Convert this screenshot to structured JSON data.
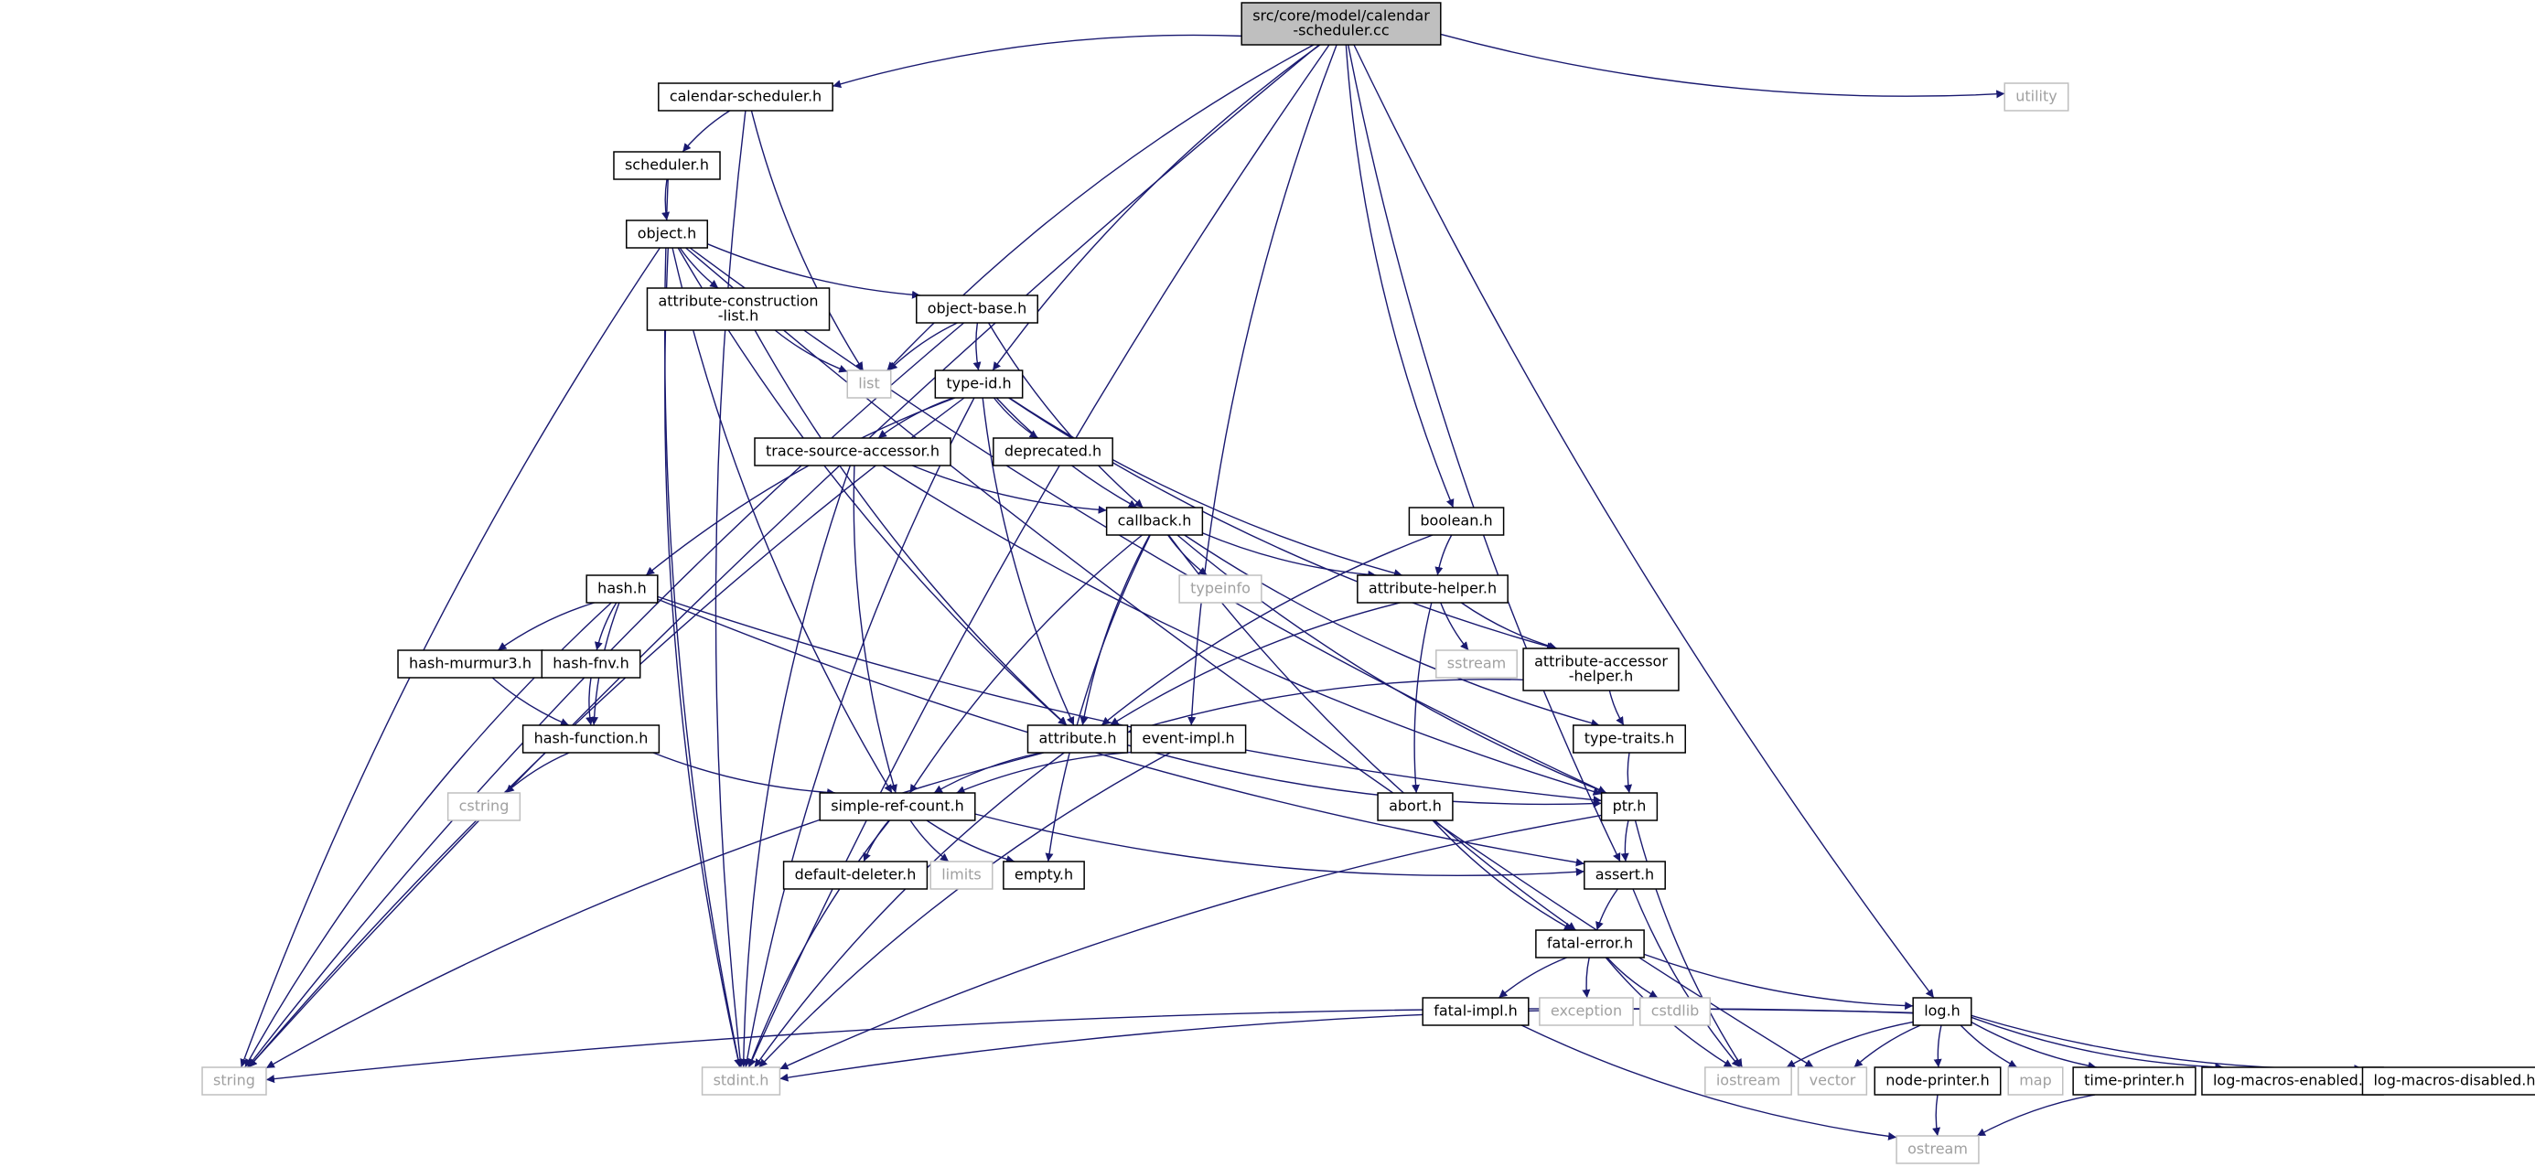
{
  "colors": {
    "edge": "#191970",
    "node_border": "#000000",
    "node_border_muted": "#bfbfbf",
    "root_fill": "#bfbfbf",
    "node_fill": "#ffffff",
    "muted_text": "#a0a0a0"
  },
  "nodes": [
    {
      "id": "root",
      "lines": [
        "src/core/model/calendar",
        "-scheduler.cc"
      ],
      "style": "root"
    },
    {
      "id": "calendar-scheduler-h",
      "lines": [
        "calendar-scheduler.h"
      ],
      "style": "normal"
    },
    {
      "id": "utility",
      "lines": [
        "utility"
      ],
      "style": "muted"
    },
    {
      "id": "scheduler-h",
      "lines": [
        "scheduler.h"
      ],
      "style": "normal"
    },
    {
      "id": "object-h",
      "lines": [
        "object.h"
      ],
      "style": "normal"
    },
    {
      "id": "attribute-construction-list-h",
      "lines": [
        "attribute-construction",
        "-list.h"
      ],
      "style": "normal"
    },
    {
      "id": "object-base-h",
      "lines": [
        "object-base.h"
      ],
      "style": "normal"
    },
    {
      "id": "list",
      "lines": [
        "list"
      ],
      "style": "muted"
    },
    {
      "id": "type-id-h",
      "lines": [
        "type-id.h"
      ],
      "style": "normal"
    },
    {
      "id": "trace-source-accessor-h",
      "lines": [
        "trace-source-accessor.h"
      ],
      "style": "normal"
    },
    {
      "id": "deprecated-h",
      "lines": [
        "deprecated.h"
      ],
      "style": "normal"
    },
    {
      "id": "callback-h",
      "lines": [
        "callback.h"
      ],
      "style": "normal"
    },
    {
      "id": "boolean-h",
      "lines": [
        "boolean.h"
      ],
      "style": "normal"
    },
    {
      "id": "typeinfo",
      "lines": [
        "typeinfo"
      ],
      "style": "muted"
    },
    {
      "id": "hash-h",
      "lines": [
        "hash.h"
      ],
      "style": "normal"
    },
    {
      "id": "attribute-helper-h",
      "lines": [
        "attribute-helper.h"
      ],
      "style": "normal"
    },
    {
      "id": "hash-murmur3-h",
      "lines": [
        "hash-murmur3.h"
      ],
      "style": "normal"
    },
    {
      "id": "hash-fnv-h",
      "lines": [
        "hash-fnv.h"
      ],
      "style": "normal"
    },
    {
      "id": "sstream",
      "lines": [
        "sstream"
      ],
      "style": "muted"
    },
    {
      "id": "attribute-accessor-helper-h",
      "lines": [
        "attribute-accessor",
        "-helper.h"
      ],
      "style": "normal"
    },
    {
      "id": "hash-function-h",
      "lines": [
        "hash-function.h"
      ],
      "style": "normal"
    },
    {
      "id": "attribute-h",
      "lines": [
        "attribute.h"
      ],
      "style": "normal"
    },
    {
      "id": "event-impl-h",
      "lines": [
        "event-impl.h"
      ],
      "style": "normal"
    },
    {
      "id": "type-traits-h",
      "lines": [
        "type-traits.h"
      ],
      "style": "normal"
    },
    {
      "id": "cstring",
      "lines": [
        "cstring"
      ],
      "style": "muted"
    },
    {
      "id": "simple-ref-count-h",
      "lines": [
        "simple-ref-count.h"
      ],
      "style": "normal"
    },
    {
      "id": "abort-h",
      "lines": [
        "abort.h"
      ],
      "style": "normal"
    },
    {
      "id": "ptr-h",
      "lines": [
        "ptr.h"
      ],
      "style": "normal"
    },
    {
      "id": "default-deleter-h",
      "lines": [
        "default-deleter.h"
      ],
      "style": "normal"
    },
    {
      "id": "limits",
      "lines": [
        "limits"
      ],
      "style": "muted"
    },
    {
      "id": "empty-h",
      "lines": [
        "empty.h"
      ],
      "style": "normal"
    },
    {
      "id": "assert-h",
      "lines": [
        "assert.h"
      ],
      "style": "normal"
    },
    {
      "id": "fatal-error-h",
      "lines": [
        "fatal-error.h"
      ],
      "style": "normal"
    },
    {
      "id": "fatal-impl-h",
      "lines": [
        "fatal-impl.h"
      ],
      "style": "normal"
    },
    {
      "id": "exception",
      "lines": [
        "exception"
      ],
      "style": "muted"
    },
    {
      "id": "cstdlib",
      "lines": [
        "cstdlib"
      ],
      "style": "muted"
    },
    {
      "id": "log-h",
      "lines": [
        "log.h"
      ],
      "style": "normal"
    },
    {
      "id": "string",
      "lines": [
        "string"
      ],
      "style": "muted"
    },
    {
      "id": "stdint-h",
      "lines": [
        "stdint.h"
      ],
      "style": "muted"
    },
    {
      "id": "iostream",
      "lines": [
        "iostream"
      ],
      "style": "muted"
    },
    {
      "id": "vector",
      "lines": [
        "vector"
      ],
      "style": "muted"
    },
    {
      "id": "node-printer-h",
      "lines": [
        "node-printer.h"
      ],
      "style": "normal"
    },
    {
      "id": "map",
      "lines": [
        "map"
      ],
      "style": "muted"
    },
    {
      "id": "time-printer-h",
      "lines": [
        "time-printer.h"
      ],
      "style": "normal"
    },
    {
      "id": "log-macros-enabled-h",
      "lines": [
        "log-macros-enabled.h"
      ],
      "style": "normal"
    },
    {
      "id": "log-macros-disabled-h",
      "lines": [
        "log-macros-disabled.h"
      ],
      "style": "normal"
    },
    {
      "id": "ostream",
      "lines": [
        "ostream"
      ],
      "style": "muted"
    }
  ],
  "edges": [
    [
      "root",
      "calendar-scheduler-h"
    ],
    [
      "root",
      "utility"
    ],
    [
      "root",
      "list"
    ],
    [
      "root",
      "type-id-h"
    ],
    [
      "root",
      "event-impl-h"
    ],
    [
      "root",
      "boolean-h"
    ],
    [
      "root",
      "assert-h"
    ],
    [
      "root",
      "log-h"
    ],
    [
      "root",
      "string"
    ],
    [
      "root",
      "stdint-h"
    ],
    [
      "calendar-scheduler-h",
      "scheduler-h"
    ],
    [
      "calendar-scheduler-h",
      "list"
    ],
    [
      "calendar-scheduler-h",
      "stdint-h"
    ],
    [
      "scheduler-h",
      "object-h"
    ],
    [
      "scheduler-h",
      "stdint-h"
    ],
    [
      "object-h",
      "attribute-construction-list-h"
    ],
    [
      "object-h",
      "object-base-h"
    ],
    [
      "object-h",
      "ptr-h"
    ],
    [
      "object-h",
      "vector"
    ],
    [
      "object-h",
      "attribute-h"
    ],
    [
      "object-h",
      "simple-ref-count-h"
    ],
    [
      "object-h",
      "string"
    ],
    [
      "object-h",
      "stdint-h"
    ],
    [
      "attribute-construction-list-h",
      "list"
    ],
    [
      "attribute-construction-list-h",
      "attribute-h"
    ],
    [
      "object-base-h",
      "list"
    ],
    [
      "object-base-h",
      "type-id-h"
    ],
    [
      "object-base-h",
      "callback-h"
    ],
    [
      "object-base-h",
      "string"
    ],
    [
      "type-id-h",
      "trace-source-accessor-h"
    ],
    [
      "type-id-h",
      "deprecated-h"
    ],
    [
      "type-id-h",
      "callback-h"
    ],
    [
      "type-id-h",
      "hash-h"
    ],
    [
      "type-id-h",
      "attribute-h"
    ],
    [
      "type-id-h",
      "attribute-helper-h"
    ],
    [
      "type-id-h",
      "attribute-accessor-helper-h"
    ],
    [
      "type-id-h",
      "string"
    ],
    [
      "type-id-h",
      "stdint-h"
    ],
    [
      "trace-source-accessor-h",
      "callback-h"
    ],
    [
      "trace-source-accessor-h",
      "ptr-h"
    ],
    [
      "trace-source-accessor-h",
      "simple-ref-count-h"
    ],
    [
      "trace-source-accessor-h",
      "stdint-h"
    ],
    [
      "callback-h",
      "typeinfo"
    ],
    [
      "callback-h",
      "attribute-helper-h"
    ],
    [
      "callback-h",
      "attribute-h"
    ],
    [
      "callback-h",
      "simple-ref-count-h"
    ],
    [
      "callback-h",
      "empty-h"
    ],
    [
      "callback-h",
      "fatal-error-h"
    ],
    [
      "callback-h",
      "ptr-h"
    ],
    [
      "callback-h",
      "type-traits-h"
    ],
    [
      "boolean-h",
      "attribute-helper-h"
    ],
    [
      "boolean-h",
      "attribute-h"
    ],
    [
      "attribute-helper-h",
      "sstream"
    ],
    [
      "attribute-helper-h",
      "attribute-accessor-helper-h"
    ],
    [
      "attribute-helper-h",
      "abort-h"
    ],
    [
      "attribute-helper-h",
      "attribute-h"
    ],
    [
      "attribute-accessor-helper-h",
      "type-traits-h"
    ],
    [
      "attribute-accessor-helper-h",
      "attribute-h"
    ],
    [
      "type-traits-h",
      "ptr-h"
    ],
    [
      "hash-h",
      "hash-murmur3-h"
    ],
    [
      "hash-h",
      "hash-fnv-h"
    ],
    [
      "hash-h",
      "hash-function-h"
    ],
    [
      "hash-h",
      "ptr-h"
    ],
    [
      "hash-h",
      "assert-h"
    ],
    [
      "hash-h",
      "string"
    ],
    [
      "hash-murmur3-h",
      "hash-function-h"
    ],
    [
      "hash-fnv-h",
      "hash-function-h"
    ],
    [
      "hash-function-h",
      "cstring"
    ],
    [
      "hash-function-h",
      "simple-ref-count-h"
    ],
    [
      "attribute-h",
      "simple-ref-count-h"
    ],
    [
      "attribute-h",
      "ptr-h"
    ],
    [
      "attribute-h",
      "string"
    ],
    [
      "attribute-h",
      "stdint-h"
    ],
    [
      "event-impl-h",
      "simple-ref-count-h"
    ],
    [
      "event-impl-h",
      "stdint-h"
    ],
    [
      "simple-ref-count-h",
      "default-deleter-h"
    ],
    [
      "simple-ref-count-h",
      "limits"
    ],
    [
      "simple-ref-count-h",
      "empty-h"
    ],
    [
      "simple-ref-count-h",
      "assert-h"
    ],
    [
      "simple-ref-count-h",
      "stdint-h"
    ],
    [
      "abort-h",
      "fatal-error-h"
    ],
    [
      "ptr-h",
      "assert-h"
    ],
    [
      "ptr-h",
      "iostream"
    ],
    [
      "ptr-h",
      "stdint-h"
    ],
    [
      "assert-h",
      "fatal-error-h"
    ],
    [
      "assert-h",
      "iostream"
    ],
    [
      "fatal-error-h",
      "fatal-impl-h"
    ],
    [
      "fatal-error-h",
      "exception"
    ],
    [
      "fatal-error-h",
      "cstdlib"
    ],
    [
      "fatal-error-h",
      "iostream"
    ],
    [
      "fatal-error-h",
      "log-h"
    ],
    [
      "fatal-impl-h",
      "ostream"
    ],
    [
      "log-h",
      "string"
    ],
    [
      "log-h",
      "stdint-h"
    ],
    [
      "log-h",
      "iostream"
    ],
    [
      "log-h",
      "vector"
    ],
    [
      "log-h",
      "node-printer-h"
    ],
    [
      "log-h",
      "map"
    ],
    [
      "log-h",
      "time-printer-h"
    ],
    [
      "log-h",
      "log-macros-enabled-h"
    ],
    [
      "log-h",
      "log-macros-disabled-h"
    ],
    [
      "node-printer-h",
      "ostream"
    ],
    [
      "time-printer-h",
      "ostream"
    ]
  ]
}
